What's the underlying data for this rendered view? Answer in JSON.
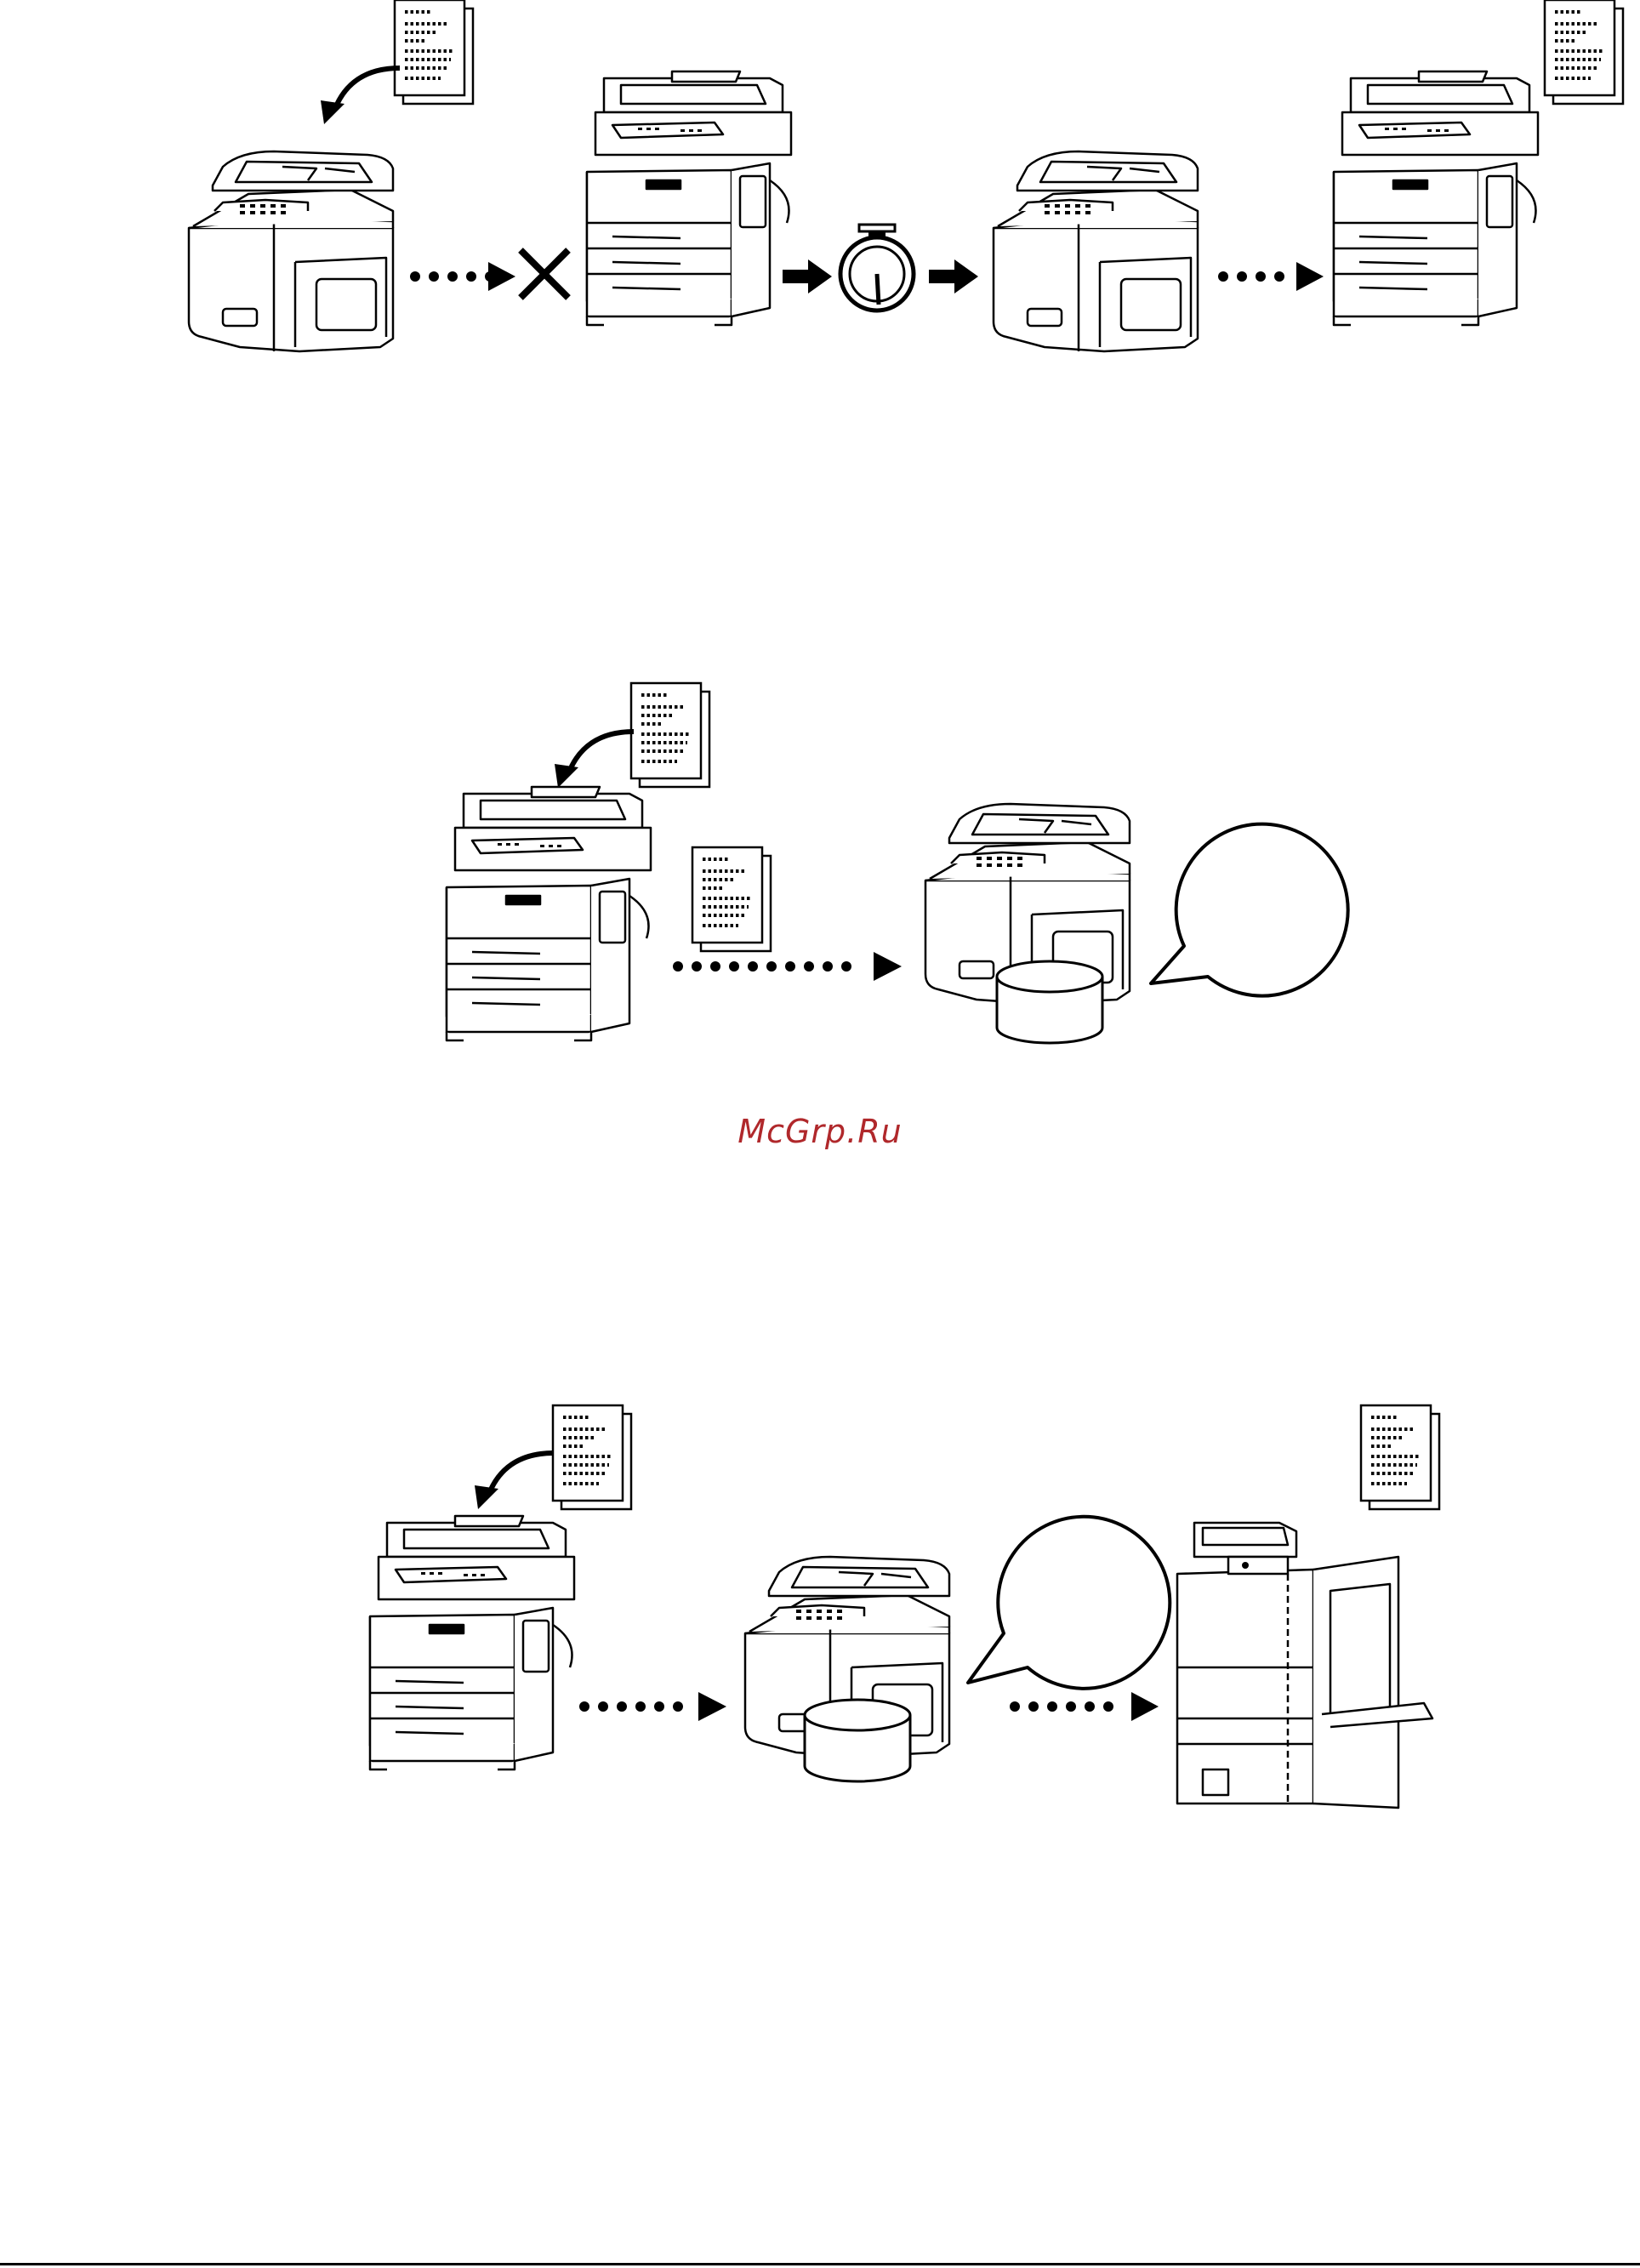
{
  "watermark": {
    "text": "McGrp.Ru",
    "color": "#b0282b"
  },
  "colors": {
    "line": "#000000",
    "fill": "#ffffff"
  },
  "diagrams": [
    {
      "name": "diagram-fax-forward-after-timer",
      "icons": [
        "document-icon",
        "curved-arrow-icon",
        "small-mfp-icon",
        "dotted-arrow-icon",
        "cross-icon",
        "large-mfp-icon",
        "arrow-icon",
        "stopwatch-icon",
        "arrow-icon",
        "small-mfp-icon",
        "dotted-arrow-icon",
        "large-mfp-icon",
        "document-icon"
      ]
    },
    {
      "name": "diagram-fax-to-memory",
      "icons": [
        "document-icon",
        "curved-arrow-icon",
        "large-mfp-icon",
        "document-icon",
        "dotted-arrow-icon",
        "small-mfp-icon",
        "hard-disk-icon",
        "speech-bubble-icon"
      ]
    },
    {
      "name": "diagram-fax-relay-print",
      "icons": [
        "document-icon",
        "curved-arrow-icon",
        "large-mfp-icon",
        "dotted-arrow-icon",
        "small-mfp-icon",
        "hard-disk-icon",
        "speech-bubble-icon",
        "dotted-arrow-icon",
        "production-printer-icon",
        "document-icon"
      ]
    }
  ]
}
